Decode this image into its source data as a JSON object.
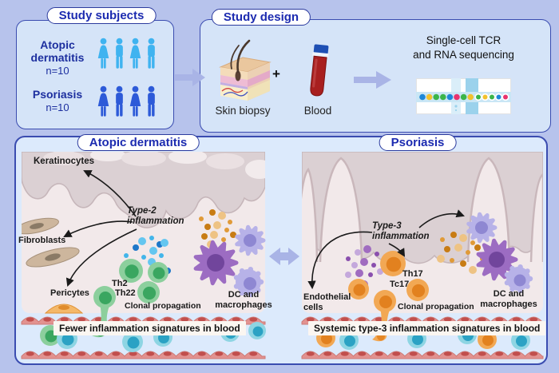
{
  "colors": {
    "page_bg": "#b7c3ec",
    "box_border": "#3a4cb0",
    "pill_text": "#1c2bb0",
    "navy_text": "#1d2f9f",
    "arrow": "#a9b4e6",
    "panel_bg": "#f2e9ea",
    "epidermis": "#dbd0d3",
    "epidermis_edge": "#c6b6ba",
    "vessel_fill": "#e29290",
    "vessel_stroke": "#cd7a76",
    "vessel_nucleus": "#c14f4d",
    "teal_outer": "#8ed5e3",
    "teal_inner": "#2ba2c4",
    "green_outer": "#8ccf9d",
    "green_inner": "#3aa660",
    "orange_outer": "#f2a854",
    "orange_inner": "#e2811f",
    "dc_fill": "#9c6cc2",
    "dc_nucleus": "#71459c",
    "mac_fill": "#b7b2e8",
    "mac_nucleus": "#8e87d2",
    "fibro_fill": "#cdb69d",
    "fibro_stroke": "#a6917a",
    "fibro_nucleus": "#8a7a66",
    "pericyte_fill": "#f4b869",
    "pericyte_nucleus": "#e08c2c",
    "cyan_dots": [
      "#42b5ea",
      "#1d77c8",
      "#64c6f0"
    ],
    "orange_dots": [
      "#e09a38",
      "#c87c14",
      "#eec384"
    ],
    "purple_dots": [
      "#8a4fae",
      "#c4a8dc",
      "#a06cc0"
    ],
    "banner_bg": "#fbf6f1"
  },
  "subjects": {
    "title": "Study subjects",
    "groups": [
      {
        "name": "Atopic dermatitis",
        "n": "n=10",
        "color": "#3fb3f0"
      },
      {
        "name": "Psoriasis",
        "n": "n=10",
        "color": "#2d5ad8"
      }
    ]
  },
  "design": {
    "title": "Study design",
    "skin_label": "Skin biopsy",
    "plus": "+",
    "blood_label": "Blood",
    "seq_line1": "Single-cell TCR",
    "seq_line2": "and RNA sequencing",
    "chip_dots": [
      "#1e88d8",
      "#f2c12e",
      "#3bb54a",
      "#3bb54a",
      "#1e88d8",
      "#e8336e",
      "#3bb54a",
      "#f2c12e"
    ],
    "chip_ring_dots": [
      "#3bb54a",
      "#f2c12e",
      "#3bb54a",
      "#1e88d8",
      "#e8336e"
    ]
  },
  "ad_panel": {
    "title": "Atopic dermatitis",
    "keratinocytes": "Keratinocytes",
    "fibroblasts": "Fibroblasts",
    "pericytes": "Pericytes",
    "inflammation_line1": "Type-2",
    "inflammation_line2": "inflammation",
    "tcell_line1": "Th2",
    "tcell_line2": "Th22",
    "clonal": "Clonal propagation",
    "dc_line1": "DC and",
    "dc_line2": "macrophages",
    "banner": "Fewer inflammation signatures in blood"
  },
  "pso_panel": {
    "title": "Psoriasis",
    "endothelial_line1": "Endothelial",
    "endothelial_line2": "cells",
    "inflammation_line1": "Type-3",
    "inflammation_line2": "inflammation",
    "tcell_line1": "Th17",
    "tcell_line2": "Tc17",
    "clonal": "Clonal propagation",
    "dc_line1": "DC and",
    "dc_line2": "macrophages",
    "banner": "Systemic type-3 inflammation signatures in blood"
  }
}
